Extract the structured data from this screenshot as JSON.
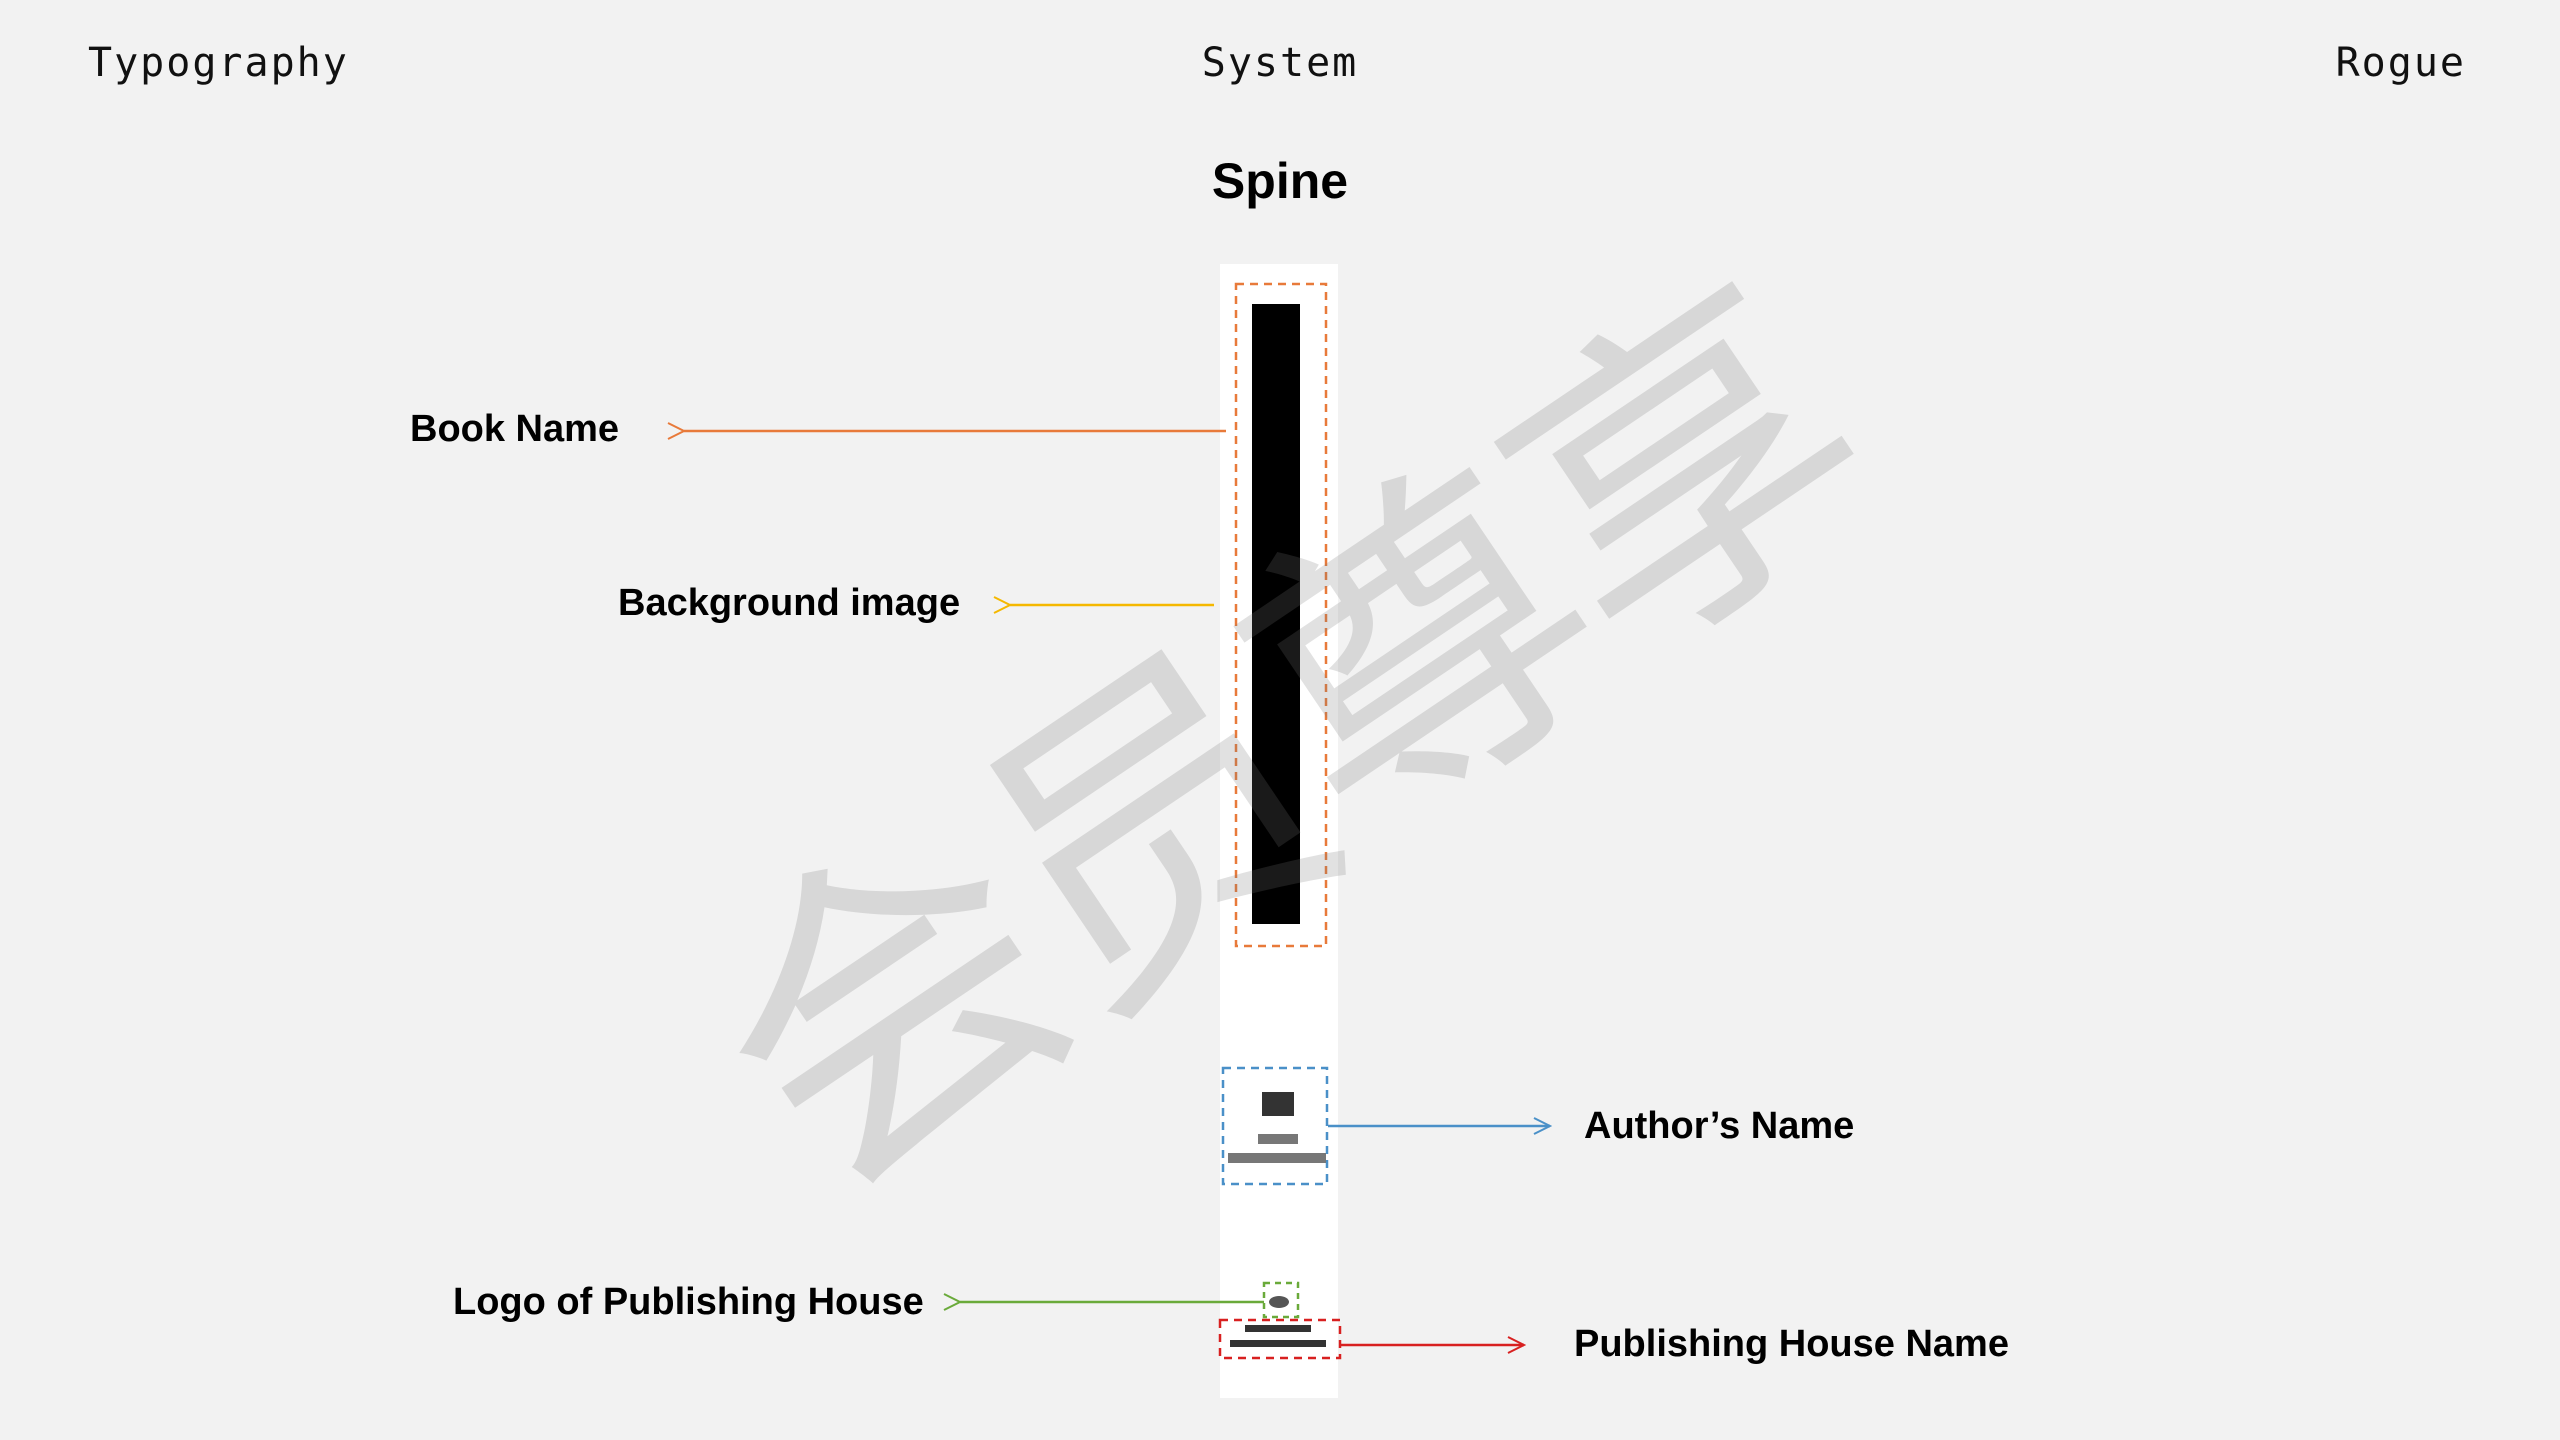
{
  "header": {
    "left": "Typography",
    "center": "System",
    "right": "Rogue"
  },
  "title": "Spine",
  "labels": {
    "book_name": "Book Name",
    "background_image": "Background image",
    "authors_name": "Author’s Name",
    "logo_of_publishing_house": "Logo of Publishing House",
    "publishing_house_name": "Publishing House Name"
  },
  "watermark": "会员尊享",
  "colors": {
    "background": "#f2f2f2",
    "spine": "#ffffff",
    "book_name": "#e87a3a",
    "background_image": "#f5b800",
    "authors_name": "#4a90c8",
    "logo_of_publishing_house": "#6aaa3a",
    "publishing_house_name": "#d82020"
  }
}
